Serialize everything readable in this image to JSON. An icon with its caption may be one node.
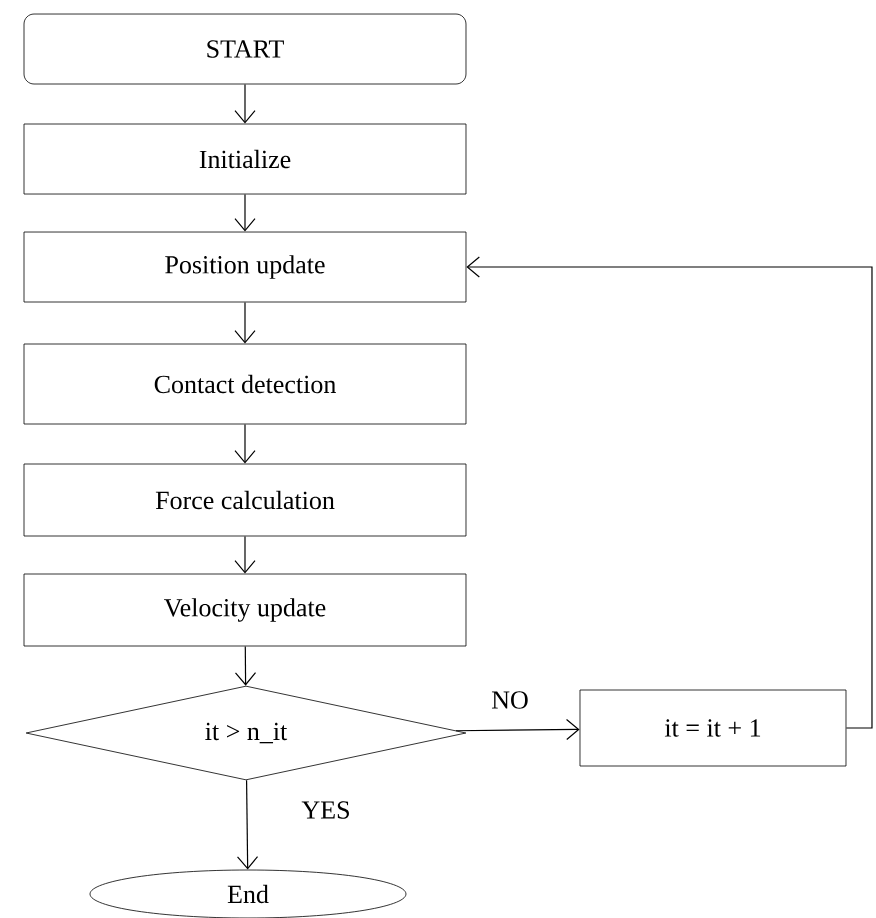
{
  "diagram": {
    "nodes": [
      {
        "text": [
          "START"
        ]
      },
      {
        "text": [
          "Initialize"
        ]
      },
      {
        "text": [
          "Position update"
        ]
      },
      {
        "text": [
          "Contact detection"
        ]
      },
      {
        "text": [
          "Force calculation"
        ]
      },
      {
        "text": [
          "Velocity update"
        ]
      },
      {
        "text": [
          "it > n_it"
        ]
      },
      {
        "text": [
          "it = it + 1"
        ]
      },
      {
        "text": [
          "End"
        ]
      }
    ],
    "edges": [
      {
        "from": 0,
        "to": 1,
        "arrow": "to"
      },
      {
        "from": 1,
        "to": 2,
        "arrow": "to"
      },
      {
        "from": 2,
        "to": 3,
        "arrow": "to"
      },
      {
        "from": 3,
        "to": 4,
        "arrow": "to"
      },
      {
        "from": 4,
        "to": 5,
        "arrow": "to"
      },
      {
        "from": 5,
        "to": 6,
        "arrow": "to"
      },
      {
        "from": 6,
        "to": 7,
        "arrow": "to",
        "label": "NO"
      },
      {
        "from": 6,
        "to": 8,
        "arrow": "to",
        "label": "YES"
      },
      {
        "from": 7,
        "to": 2,
        "arrow": "to"
      }
    ]
  }
}
